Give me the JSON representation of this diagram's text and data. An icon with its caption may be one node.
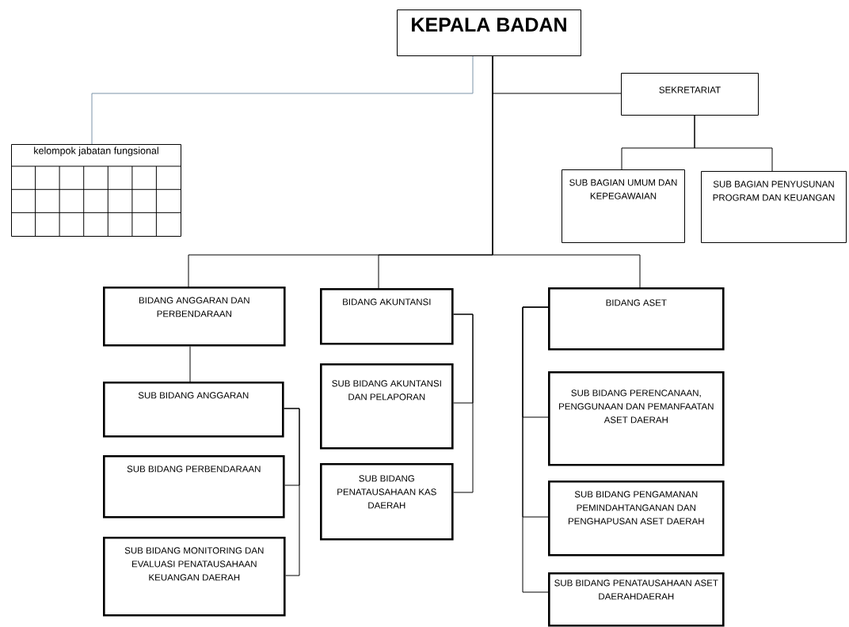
{
  "diagram": {
    "nodes": [
      {
        "text": [
          "KEPALA BADAN"
        ]
      },
      {
        "text": [
          "kelompok jabatan fungsional"
        ]
      },
      {
        "text": [
          "SEKRETARIAT"
        ]
      },
      {
        "text": [
          "SUB BAGIAN UMUM DAN KEPEGAWAIAN"
        ]
      },
      {
        "text": [
          "SUB BAGIAN PENYUSUNAN PROGRAM DAN KEUANGAN"
        ]
      },
      {
        "text": [
          "BIDANG ANGGARAN DAN PERBENDARAAN"
        ]
      },
      {
        "text": [
          "BIDANG AKUNTANSI"
        ]
      },
      {
        "text": [
          "BIDANG ASET"
        ]
      },
      {
        "text": [
          "SUB BIDANG ANGGARAN"
        ]
      },
      {
        "text": [
          "SUB BIDANG PERBENDARAAN"
        ]
      },
      {
        "text": [
          "SUB BIDANG MONITORING DAN EVALUASI PENATAUSAHAAN KEUANGAN DAERAH"
        ]
      },
      {
        "text": [
          "SUB BIDANG AKUNTANSI DAN PELAPORAN"
        ]
      },
      {
        "text": [
          "SUB BIDANG PENATAUSAHAAN KAS DAERAH"
        ]
      },
      {
        "text": [
          "SUB BIDANG PERENCANAAN, PENGGUNAAN DAN PEMANFAATAN ASET DAERAH"
        ]
      },
      {
        "text": [
          "SUB BIDANG PENGAMANAN PEMINDAHTANGANAN DAN PENGHAPUSAN ASET DAERAH"
        ]
      },
      {
        "text": [
          "SUB BIDANG PENATAUSAHAAN ASET  DAERAHDAERAH"
        ]
      }
    ],
    "edges": [
      {
        "from": 0,
        "to": 1,
        "arrow": "none",
        "color": "#7a93a8"
      },
      {
        "from": 0,
        "to": 2,
        "arrow": "none"
      },
      {
        "from": 0,
        "to": 5,
        "arrow": "none"
      },
      {
        "from": 0,
        "to": 6,
        "arrow": "none"
      },
      {
        "from": 0,
        "to": 7,
        "arrow": "none"
      },
      {
        "from": 2,
        "to": 3,
        "arrow": "none"
      },
      {
        "from": 2,
        "to": 4,
        "arrow": "none"
      },
      {
        "from": 5,
        "to": 8,
        "arrow": "none"
      },
      {
        "from": 8,
        "to": 9,
        "arrow": "none"
      },
      {
        "from": 8,
        "to": 10,
        "arrow": "none"
      },
      {
        "from": 6,
        "to": 11,
        "arrow": "none"
      },
      {
        "from": 6,
        "to": 12,
        "arrow": "none"
      },
      {
        "from": 7,
        "to": 13,
        "arrow": "none"
      },
      {
        "from": 7,
        "to": 14,
        "arrow": "none"
      },
      {
        "from": 7,
        "to": 15,
        "arrow": "none"
      }
    ]
  }
}
